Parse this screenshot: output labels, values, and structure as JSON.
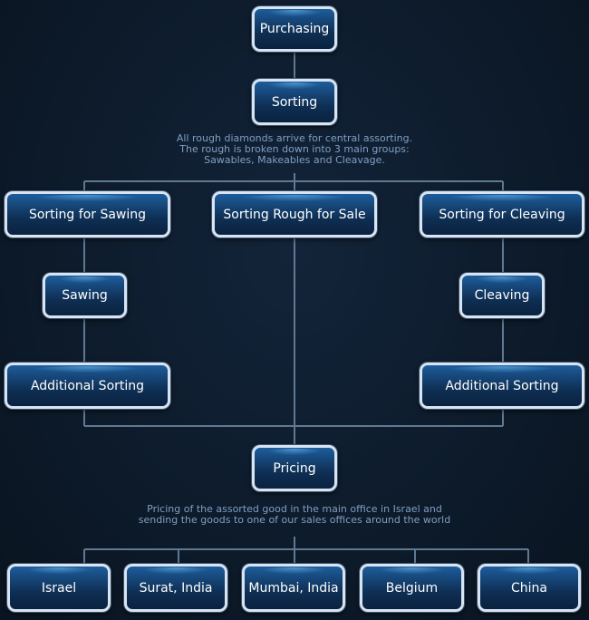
{
  "nodes": {
    "purchasing": "Purchasing",
    "sorting": "Sorting",
    "sorting_for_sawing": "Sorting for Sawing",
    "sorting_rough_for_sale": "Sorting Rough for Sale",
    "sorting_for_cleaving": "Sorting for Cleaving",
    "sawing": "Sawing",
    "cleaving": "Cleaving",
    "additional_sorting_left": "Additional Sorting",
    "additional_sorting_right": "Additional Sorting",
    "pricing": "Pricing",
    "offices": [
      "Israel",
      "Surat, India",
      "Mumbai, India",
      "Belgium",
      "China"
    ]
  },
  "notes": {
    "sorting": [
      "All rough diamonds arrive for central assorting.",
      "The rough is broken down into 3 main groups:",
      "Sawables, Makeables and Cleavage."
    ],
    "pricing": [
      "Pricing of the assorted good in the main office in Israel and",
      "sending the goods to one of our sales offices around the world"
    ]
  },
  "colors": {
    "background": "#0c1724",
    "node_fill": "#0e2e52",
    "node_border": "#d8e4f2",
    "connector": "#5f7993",
    "note_text": "#7f9fc2"
  }
}
